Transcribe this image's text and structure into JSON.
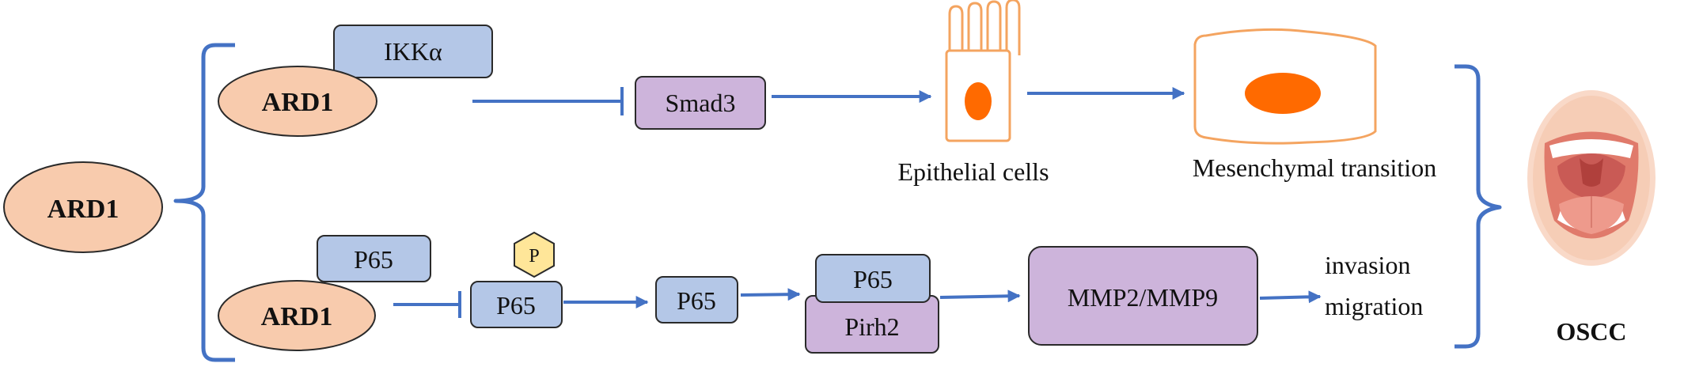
{
  "colors": {
    "arrow": "#4472c4",
    "ard1_fill": "#f8cbad",
    "kinase_fill": "#b4c7e7",
    "effector_fill": "#cdb4db",
    "phospho_fill": "#ffe699",
    "cell_outline": "#f4a460",
    "nucleus": "#ff6a00"
  },
  "nodes": {
    "ard1_root": "ARD1",
    "ard1_top": "ARD1",
    "ikka": "IKKα",
    "smad3": "Smad3",
    "epithelial_label": "Epithelial cells",
    "mesenchymal_label": "Mesenchymal transition",
    "ard1_bottom": "ARD1",
    "p65_bound": "P65",
    "phospho": "P",
    "p65_phos": "P65",
    "p65_free": "P65",
    "p65_complex": "P65",
    "pirh2": "Pirh2",
    "mmp": "MMP2/MMP9",
    "invasion": "invasion",
    "migration": "migration",
    "oscc": "OSCC"
  },
  "icons": {
    "epithelial_cell": "epithelial-cell-icon",
    "mesenchymal_cell": "mesenchymal-cell-icon",
    "mouth": "open-mouth-icon"
  }
}
